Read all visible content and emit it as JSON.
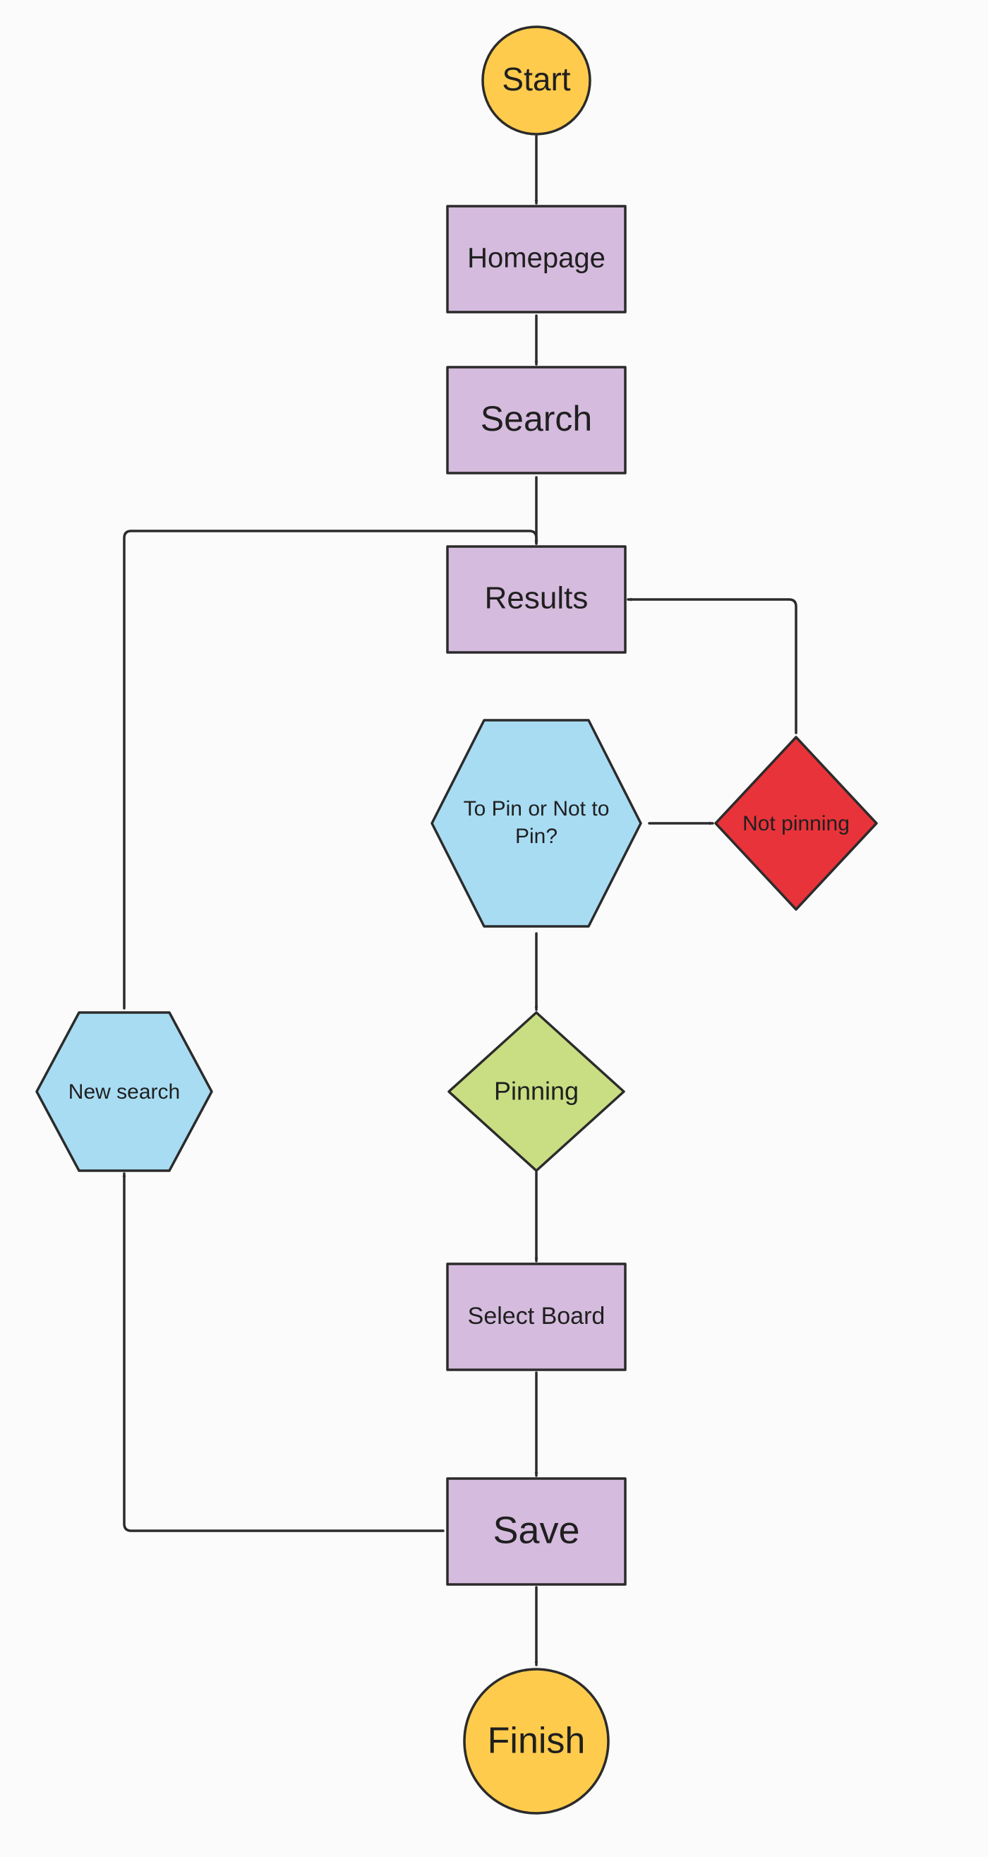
{
  "diagram": {
    "nodes": {
      "start": {
        "label": "Start",
        "shape": "circle",
        "fill": "#fecb4d"
      },
      "homepage": {
        "label": "Homepage",
        "shape": "rectangle",
        "fill": "#d5bbdd"
      },
      "search": {
        "label": "Search",
        "shape": "rectangle",
        "fill": "#d5bbdd"
      },
      "results": {
        "label": "Results",
        "shape": "rectangle",
        "fill": "#d5bbdd"
      },
      "to_pin": {
        "label_line1": "To Pin or Not to",
        "label_line2": "Pin?",
        "shape": "hexagon",
        "fill": "#a8dcf3"
      },
      "not_pinning": {
        "label": "Not pinning",
        "shape": "diamond",
        "fill": "#e8333a"
      },
      "new_search": {
        "label": "New search",
        "shape": "hexagon",
        "fill": "#a8dcf3"
      },
      "pinning": {
        "label": "Pinning",
        "shape": "diamond",
        "fill": "#c9de82"
      },
      "select_board": {
        "label": "Select Board",
        "shape": "rectangle",
        "fill": "#d5bbdd"
      },
      "save": {
        "label": "Save",
        "shape": "rectangle",
        "fill": "#d5bbdd"
      },
      "finish": {
        "label": "Finish",
        "shape": "circle",
        "fill": "#fecb4d"
      }
    },
    "edges": [
      {
        "from": "start",
        "to": "homepage"
      },
      {
        "from": "homepage",
        "to": "search"
      },
      {
        "from": "search",
        "to": "results"
      },
      {
        "from": "to_pin",
        "to": "not_pinning"
      },
      {
        "from": "not_pinning",
        "to": "results"
      },
      {
        "from": "to_pin",
        "to": "pinning"
      },
      {
        "from": "pinning",
        "to": "select_board"
      },
      {
        "from": "select_board",
        "to": "save"
      },
      {
        "from": "save",
        "to": "finish"
      },
      {
        "from": "save",
        "to": "new_search"
      },
      {
        "from": "new_search",
        "to": "results"
      }
    ],
    "line_color": "#2b2b2b"
  }
}
